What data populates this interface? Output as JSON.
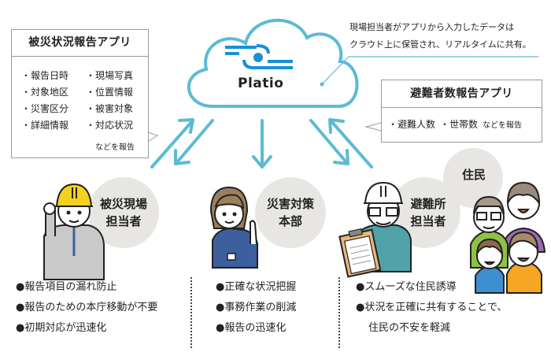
{
  "cloud": {
    "brand": "Platio",
    "color": "#5bbbd4",
    "logo_color": "#1a8fd6"
  },
  "callout": {
    "line1": "現場担当者がアプリから入力したデータは",
    "line2": "クラウド上に保管され、リアルタイムに共有。"
  },
  "disaster_app": {
    "title": "被災状況報告アプリ",
    "col1": [
      "・報告日時",
      "・対象地区",
      "・災害区分",
      "・詳細情報"
    ],
    "col2": [
      "・現場写真",
      "・位置情報",
      "・被害対象",
      "・対応状況"
    ],
    "note": "などを報告"
  },
  "evac_app": {
    "title": "避難者数報告アプリ",
    "items": [
      "・避難人数",
      "・世帯数"
    ],
    "note": "などを報告"
  },
  "roles": {
    "field": {
      "line1": "被災現場",
      "line2": "担当者"
    },
    "hq": {
      "line1": "災害対策",
      "line2": "本部"
    },
    "shelter": {
      "line1": "避難所",
      "line2": "担当者"
    },
    "residents": {
      "line1": "住民"
    }
  },
  "benefits": {
    "field": [
      "●報告項目の漏れ防止",
      "●報告のための本庁移動が不要",
      "●初期対応が迅速化"
    ],
    "hq": [
      "●正確な状況把握",
      "●事務作業の削減",
      "●報告の迅速化"
    ],
    "shelter": [
      "●スムーズな住民誘導",
      "●状況を正確に共有することで、",
      "住民の不安を軽減"
    ]
  },
  "colors": {
    "arrow": "#5bbbd4",
    "circle_bg": "#e8e6e3",
    "helmet_yellow": "#f5d11f",
    "suit_gray": "#c9c9c9",
    "staff_blue": "#3d5f9e",
    "shelter_teal": "#4fa3a8"
  }
}
